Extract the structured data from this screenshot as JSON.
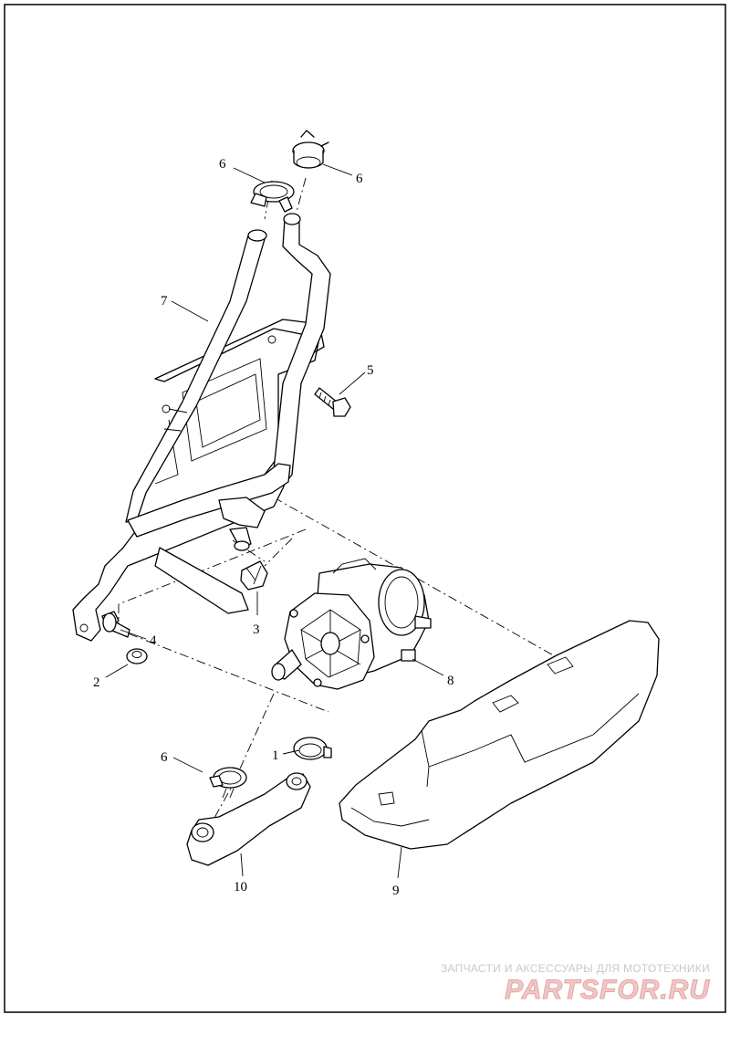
{
  "callouts": {
    "c1": "1",
    "c2": "2",
    "c3": "3",
    "c4": "4",
    "c5": "5",
    "c6a": "6",
    "c6b": "6",
    "c6c": "6",
    "c7": "7",
    "c8": "8",
    "c9": "9",
    "c10": "10"
  },
  "watermark": {
    "caption": "ЗАПЧАСТИ И АКСЕССУАРЫ ДЛЯ МОТОТЕХНИКИ",
    "logo": "PARTSFOR.RU"
  },
  "colors": {
    "line": "#000000",
    "background": "#ffffff",
    "watermark_logo": "#f1c7c7",
    "watermark_caption": "#c9c9c9"
  }
}
